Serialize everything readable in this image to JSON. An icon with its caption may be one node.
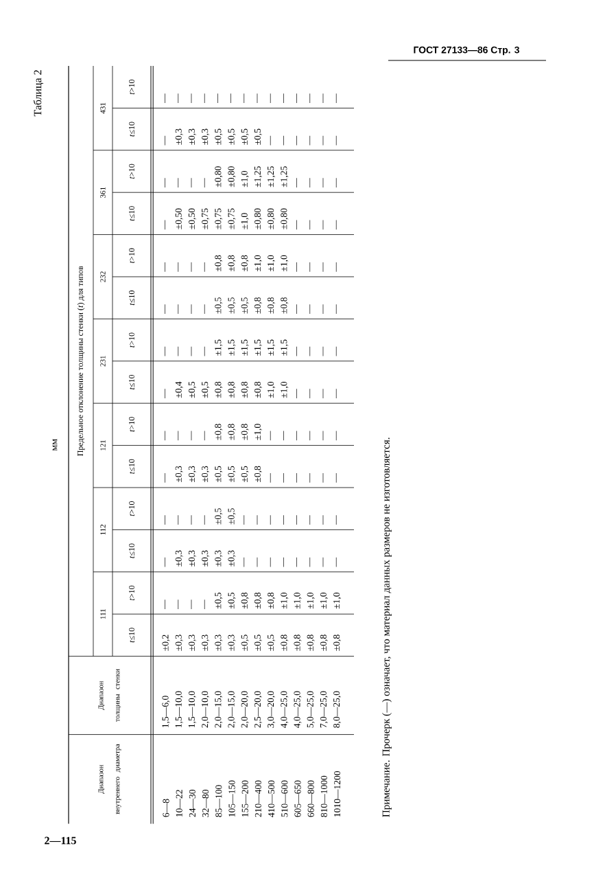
{
  "diagram": {
    "labels": [
      "ГОСТ 27133—86 Стр. 3",
      "Таблица 2",
      "мм",
      "Диапазон внутреннего диаметра",
      "Диапазон толщины стенки",
      "Предельное отклонение толщины стенки (*t*) для типов",
      "111",
      "112",
      "121",
      "231",
      "232",
      "361",
      "431",
      "*t*≤10",
      "*t*>10",
      "*t*≤10",
      "*t*>10",
      "*t*≤10",
      "*t*>10",
      "*t*≤10",
      "*t*>10",
      "*t*≤10",
      "*t*>10",
      "*t*≤10",
      "*t*>10",
      "*t*≤10",
      "*t*>10",
      "6—8",
      "1,5—6,0",
      "±0,2",
      "—",
      "—",
      "—",
      "—",
      "—",
      "—",
      "—",
      "—",
      "—",
      "—",
      "—",
      "—",
      "—",
      "10—22",
      "1,5—10,0",
      "±0,3",
      "—",
      "±0,3",
      "—",
      "±0,3",
      "—",
      "±0,4",
      "—",
      "—",
      "—",
      "±0,50",
      "—",
      "±0,3",
      "—",
      "24—30",
      "1,5—10,0",
      "±0,3",
      "—",
      "±0,3",
      "—",
      "±0,3",
      "—",
      "±0,5",
      "—",
      "—",
      "—",
      "±0,50",
      "—",
      "±0,3",
      "—",
      "32—80",
      "2,0—10,0",
      "±0,3",
      "—",
      "±0,3",
      "—",
      "±0,3",
      "—",
      "±0,5",
      "—",
      "—",
      "—",
      "±0,75",
      "—",
      "±0,3",
      "—",
      "85—100",
      "2,0—15,0",
      "±0,3",
      "±0,5",
      "±0,3",
      "±0,5",
      "±0,5",
      "±0,8",
      "±0,8",
      "±1,5",
      "±0,5",
      "±0,8",
      "±0,75",
      "±0,80",
      "±0,5",
      "—",
      "105—150",
      "2,0—15,0",
      "±0,3",
      "±0,5",
      "±0,3",
      "±0,5",
      "±0,5",
      "±0,8",
      "±0,8",
      "±1,5",
      "±0,5",
      "±0,8",
      "±0,75",
      "±0,80",
      "±0,5",
      "—",
      "155—200",
      "2,0—20,0",
      "±0,5",
      "±0,8",
      "—",
      "—",
      "±0,5",
      "±0,8",
      "±0,8",
      "±1,5",
      "±0,5",
      "±0,8",
      "±1,0",
      "±1,0",
      "±0,5",
      "—",
      "210—400",
      "2,5—20,0",
      "±0,5",
      "±0,8",
      "—",
      "—",
      "±0,8",
      "±1,0",
      "±0,8",
      "±1,5",
      "±0,8",
      "±1,0",
      "±0,80",
      "±1,25",
      "±0,5",
      "—",
      "410—500",
      "3,0—20,0",
      "±0,5",
      "±0,8",
      "—",
      "—",
      "—",
      "—",
      "±1,0",
      "±1,5",
      "±0,8",
      "±1,0",
      "±0,80",
      "±1,25",
      "—",
      "—",
      "510—600",
      "4,0—25,0",
      "±0,8",
      "±1,0",
      "—",
      "—",
      "—",
      "—",
      "±1,0",
      "±1,5",
      "±0,8",
      "±1,0",
      "±0,80",
      "±1,25",
      "—",
      "—",
      "605—650",
      "4,0—25,0",
      "±0,8",
      "±1,0",
      "—",
      "—",
      "—",
      "—",
      "—",
      "—",
      "—",
      "—",
      "—",
      "—",
      "—",
      "—",
      "660—800",
      "5,0—25,0",
      "±0,8",
      "±1,0",
      "—",
      "—",
      "—",
      "—",
      "—",
      "—",
      "—",
      "—",
      "—",
      "—",
      "—",
      "—",
      "810—1000",
      "7,0—25,0",
      "±0,8",
      "±1,0",
      "—",
      "—",
      "—",
      "—",
      "—",
      "—",
      "—",
      "—",
      "—",
      "—",
      "—",
      "—",
      "1010—1200",
      "8,0—25,0",
      "±0,8",
      "±1,0",
      "—",
      "—",
      "—",
      "—",
      "—",
      "—",
      "—",
      "—",
      "—",
      "—",
      "—",
      "—",
      "Примечание. Прочерк (—) означает, что материал данных размеров не изготовляется.",
      "2—115"
    ]
  }
}
